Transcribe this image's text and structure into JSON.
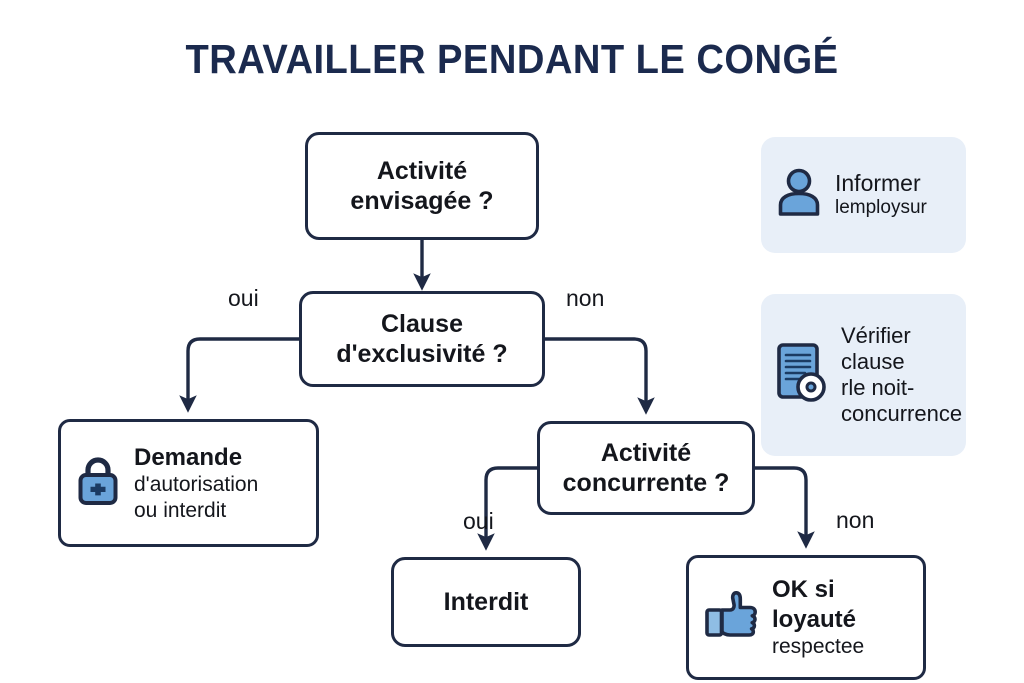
{
  "page": {
    "title": "TRAVAILLER PENDANT LE CONGÉ",
    "background_color": "#ffffff",
    "accent_navy": "#1f2a44",
    "accent_blue": "#5b9bd5",
    "card_background": "#e8eff8"
  },
  "nodes": {
    "activite": {
      "line1": "Activité",
      "line2": "envisagée ?"
    },
    "clause": {
      "line1": "Clause",
      "line2": "d'exclusivité ?"
    },
    "demande": {
      "icon": "padlock-icon",
      "line1": "Demande",
      "line2": "d'autorisation",
      "line3": "ou interdit"
    },
    "concurrente": {
      "line1": "Activité",
      "line2": "concurrente ?"
    },
    "interdit": {
      "line1": "Interdit"
    },
    "ok": {
      "icon": "thumbs-up-icon",
      "line1": "OK si",
      "line2": "loyauté",
      "line3": "respectee"
    }
  },
  "branch_labels": {
    "clause_oui": "oui",
    "clause_non": "non",
    "concurrente_oui": "oui",
    "concurrente_non": "non"
  },
  "cards": [
    {
      "id": "informer",
      "icon": "person-icon",
      "line1": "Informer",
      "line2": "lemploysur"
    },
    {
      "id": "verifier",
      "icon": "document-disc-icon",
      "line1": "Vérifier",
      "line2": "clause",
      "line3": "rle noit-",
      "line4": "concurrence"
    }
  ],
  "chart_data": {
    "type": "flowchart",
    "title": "TRAVAILLER PENDANT LE CONGÉ",
    "nodes": [
      {
        "id": "activite",
        "label": "Activité envisagée ?",
        "kind": "decision"
      },
      {
        "id": "clause",
        "label": "Clause d'exclusivité ?",
        "kind": "decision"
      },
      {
        "id": "demande",
        "label": "Demande d'autorisation ou interdit",
        "kind": "outcome"
      },
      {
        "id": "concurrente",
        "label": "Activité concurrente ?",
        "kind": "decision"
      },
      {
        "id": "interdit",
        "label": "Interdit",
        "kind": "outcome"
      },
      {
        "id": "ok",
        "label": "OK si loyauté respectee",
        "kind": "outcome"
      }
    ],
    "edges": [
      {
        "from": "activite",
        "to": "clause",
        "label": ""
      },
      {
        "from": "clause",
        "to": "demande",
        "label": "oui"
      },
      {
        "from": "clause",
        "to": "concurrente",
        "label": "non"
      },
      {
        "from": "concurrente",
        "to": "interdit",
        "label": "oui"
      },
      {
        "from": "concurrente",
        "to": "ok",
        "label": "non"
      }
    ],
    "side_notes": [
      "Informer lemploysur",
      "Vérifier clause rle noit-concurrence"
    ]
  }
}
